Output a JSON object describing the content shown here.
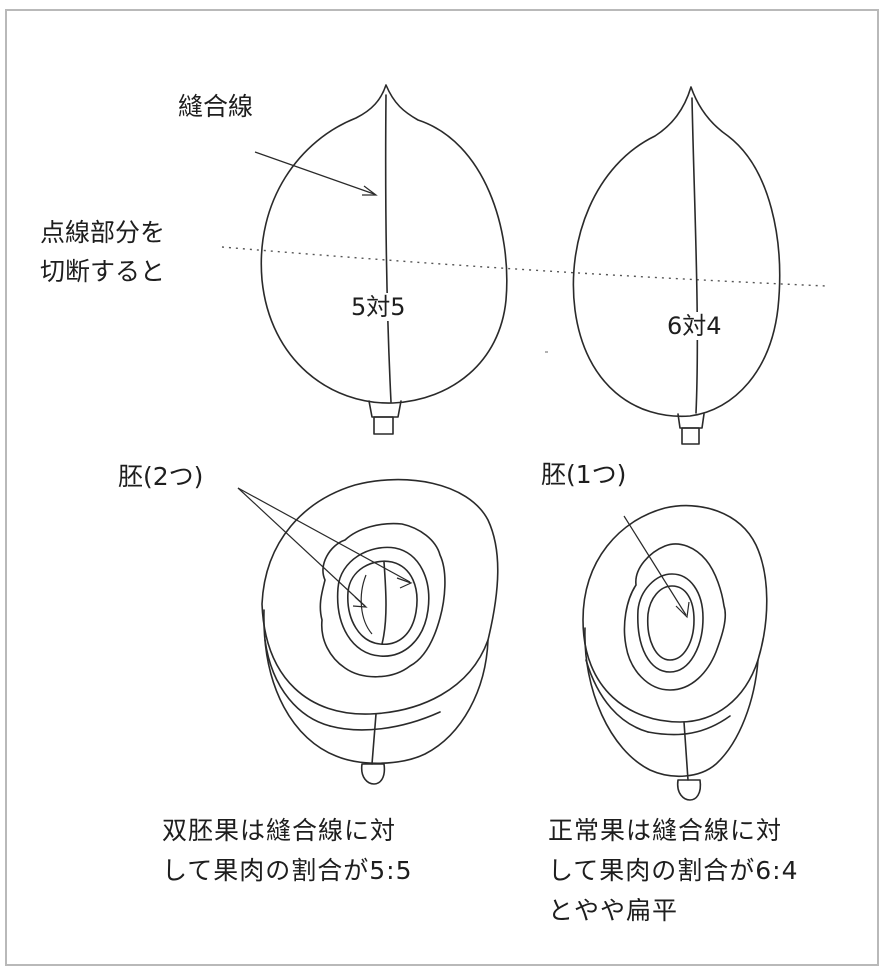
{
  "labels": {
    "suture": "縫合線",
    "dotted_part": "点線部分を",
    "cut_then": "切断すると",
    "ratio_left": "5対5",
    "ratio_right": "6対4",
    "embryo_two": "胚(2つ)",
    "embryo_one": "胚(1つ)"
  },
  "captions": {
    "left": [
      "双胚果は縫合線に対",
      "して果肉の割合が5:5"
    ],
    "right": [
      "正常果は縫合線に対",
      "して果肉の割合が6:4",
      "とやや扁平"
    ]
  },
  "colors": {
    "ink": "#2a2a2a",
    "frame": "#b9b9b9",
    "stipple": "#c9c9c9"
  }
}
